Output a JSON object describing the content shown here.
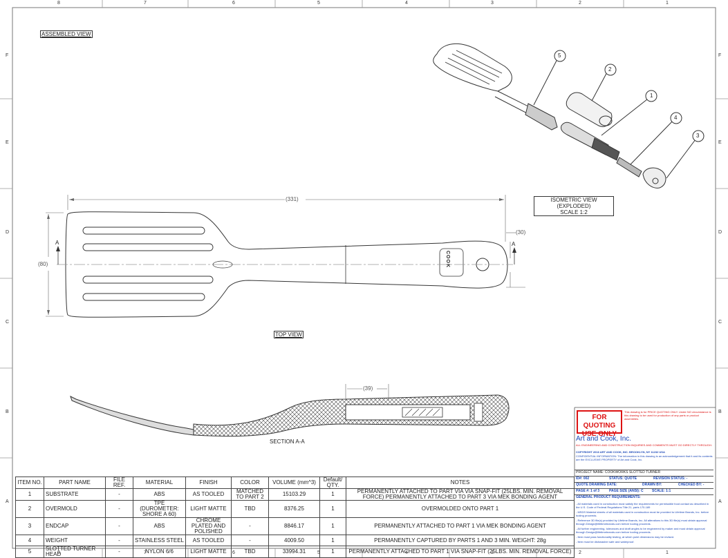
{
  "zones": {
    "cols": [
      "8",
      "7",
      "6",
      "5",
      "4",
      "3",
      "2",
      "1"
    ],
    "rows": [
      "F",
      "E",
      "D",
      "C",
      "B",
      "A"
    ]
  },
  "views": {
    "assembled": "ASSEMBLED VIEW",
    "isometric_line1": "ISOMETRIC VIEW (EXPLODED)",
    "isometric_line2": "SCALE 1:2",
    "top": "TOP VIEW",
    "section": "SECTION A-A"
  },
  "dimensions": {
    "length": "(331)",
    "height": "(80)",
    "handle": "(30)",
    "section": "(39)",
    "section_marker": "A"
  },
  "logo_text": "COOK",
  "balloons": [
    "5",
    "2",
    "1",
    "4",
    "3"
  ],
  "bom": {
    "headers": [
      "ITEM NO.",
      "PART NAME",
      "FILE REF.",
      "MATERIAL",
      "FINISH",
      "COLOR",
      "VOLUME (mm^3)",
      "Default/ QTY.",
      "NOTES"
    ],
    "rows": [
      [
        "1",
        "SUBSTRATE",
        "-",
        "ABS",
        "AS TOOLED",
        "MATCHED TO PART 2",
        "15103.29",
        "1",
        "PERMANENTLY ATTACHED TO PART VIA VIA SNAP-FIT (25LBS. MIN. REMOVAL FORCE) PERMANENTLY ATTACHED TO PART 3 VIA MEK BONDING AGENT"
      ],
      [
        "2",
        "OVERMOLD",
        "-",
        "TPE (DUROMETER: SHORE A 60)",
        "LIGHT MATTE",
        "TBD",
        "8376.25",
        "1",
        "OVERMOLDED ONTO PART 1"
      ],
      [
        "3",
        "ENDCAP",
        "-",
        "ABS",
        "CHROME PLATED AND POLISHED",
        "-",
        "8846.17",
        "1",
        "PERMANENTLY ATTACHED TO PART 1 VIA MEK BONDING AGENT"
      ],
      [
        "4",
        "WEIGHT",
        "-",
        "STAINLESS STEEL",
        "AS TOOLED",
        "-",
        "4009.50",
        "1",
        "PERMANENTLY CAPTURED BY PARTS 1 AND 3 MIN. WEIGHT: 28g"
      ],
      [
        "5",
        "SLOTTED TURNER HEAD",
        "-",
        "NYLON 6/6",
        "LIGHT MATTE",
        "TBD",
        "33994.31",
        "1",
        "PERMANENTLY ATTACHED TO PART 1 VIA SNAP-FIT (25LBS. MIN. REMOVAL FORCE)"
      ]
    ]
  },
  "title_block": {
    "stamp": "FOR QUOTING USE ONLY",
    "stamp_note": "This drawing is for PRICE QUOTING ONLY. Under NO circumstance is this drawing to be used for production of any parts or product assemblies.",
    "company": "Art and Cook, Inc.",
    "contact": "ALL ENGINEERING AND CONSTRUCTION INQUIRIES AND COMMENTS MUST GO DIRECTLY THROUGH:",
    "copyright": "COPYRIGHT 2016 ART AND COOK, INC. BROOKLYN, NY 11232 USA",
    "confidential": "CONFIDENTIAL INFORMATION: The information in this drawing is an acknowledgement that it and its contents are the EXCLUSIVE PROPERTY of Art and Cook, Inc.",
    "project_name": "PROJECT NAME:  COOKWORKS SLOTTED TURNER",
    "id": "ID#: 002",
    "status": "STATUS:  QUOTE",
    "revision": "REVISION STATUS:  -",
    "quote_date": "QUOTE DRAWING DATE:",
    "drawn_by": "DRAWN BY:",
    "checked_by": "CHECKED BY:  -",
    "page": "PAGE #:  1 of 3",
    "page_size": "PAGE SIZE (ANSI):  C",
    "scale": "SCALE:  1:1",
    "requirements_title": "GENERAL PRODUCT REQUIREMENTS:",
    "requirements": [
      "- All materials used in construction must satisfy the requirements for permissible food contact as described in the U.S. Code of Federal Regulations Title 21, parts 170-189",
      "- MSDS Material sheets of all materials used in construction must be provided to Lifetime Brands, Inc. before tooling proceeds.",
      "- Reference 3D file(s) provided by Lifetime Brands, Inc. All alterations to this 3D file(s) must obtain approval through Design@lifetimebrands.com before tooling proceeds.",
      "- All further engineering, tolerances and draft angles to be engineered by maker and must obtain approval through Design@lifetimebrands.com before tooling proceeds.",
      "- Item must pass functionality testing, at which point dimensions may be revised.",
      "- Item must be dishwasher safe and waterproof."
    ]
  }
}
